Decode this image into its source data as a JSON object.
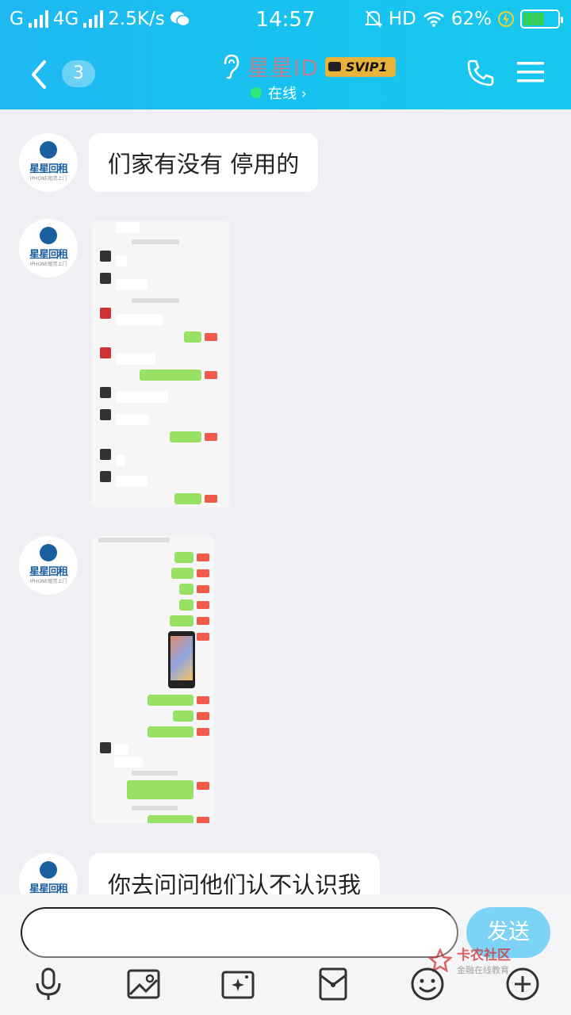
{
  "status_bar": {
    "carrier": "G",
    "network": "4G",
    "speed": "2.5K/s",
    "time": "14:57",
    "hd": "HD",
    "battery": "62%",
    "battery_level": 0.62
  },
  "nav": {
    "unread_count": "3",
    "contact_name": "星星ID",
    "vip_badge": "SVIP1",
    "online_status": "在线 ›"
  },
  "messages": [
    {
      "type": "text",
      "text": "们家有没有  停用的"
    },
    {
      "type": "image"
    },
    {
      "type": "image"
    },
    {
      "type": "text",
      "text": "你去问问他们认不认识我"
    }
  ],
  "avatar": {
    "logo_text": "星星回租",
    "sub_text": "IPHONE租赁上门"
  },
  "input_bar": {
    "placeholder": "",
    "send_label": "发送"
  },
  "toolbar": [
    "mic-icon",
    "image-icon",
    "camera-icon",
    "red-packet-icon",
    "emoji-icon",
    "plus-icon"
  ],
  "watermark": {
    "title": "卡农社区",
    "subtitle": "金融在线教育"
  },
  "colors": {
    "header": "#1fb8f2",
    "send_button": "#7dd3f5",
    "online_dot": "#30e87a",
    "chat_bg": "#f0f0f4"
  }
}
